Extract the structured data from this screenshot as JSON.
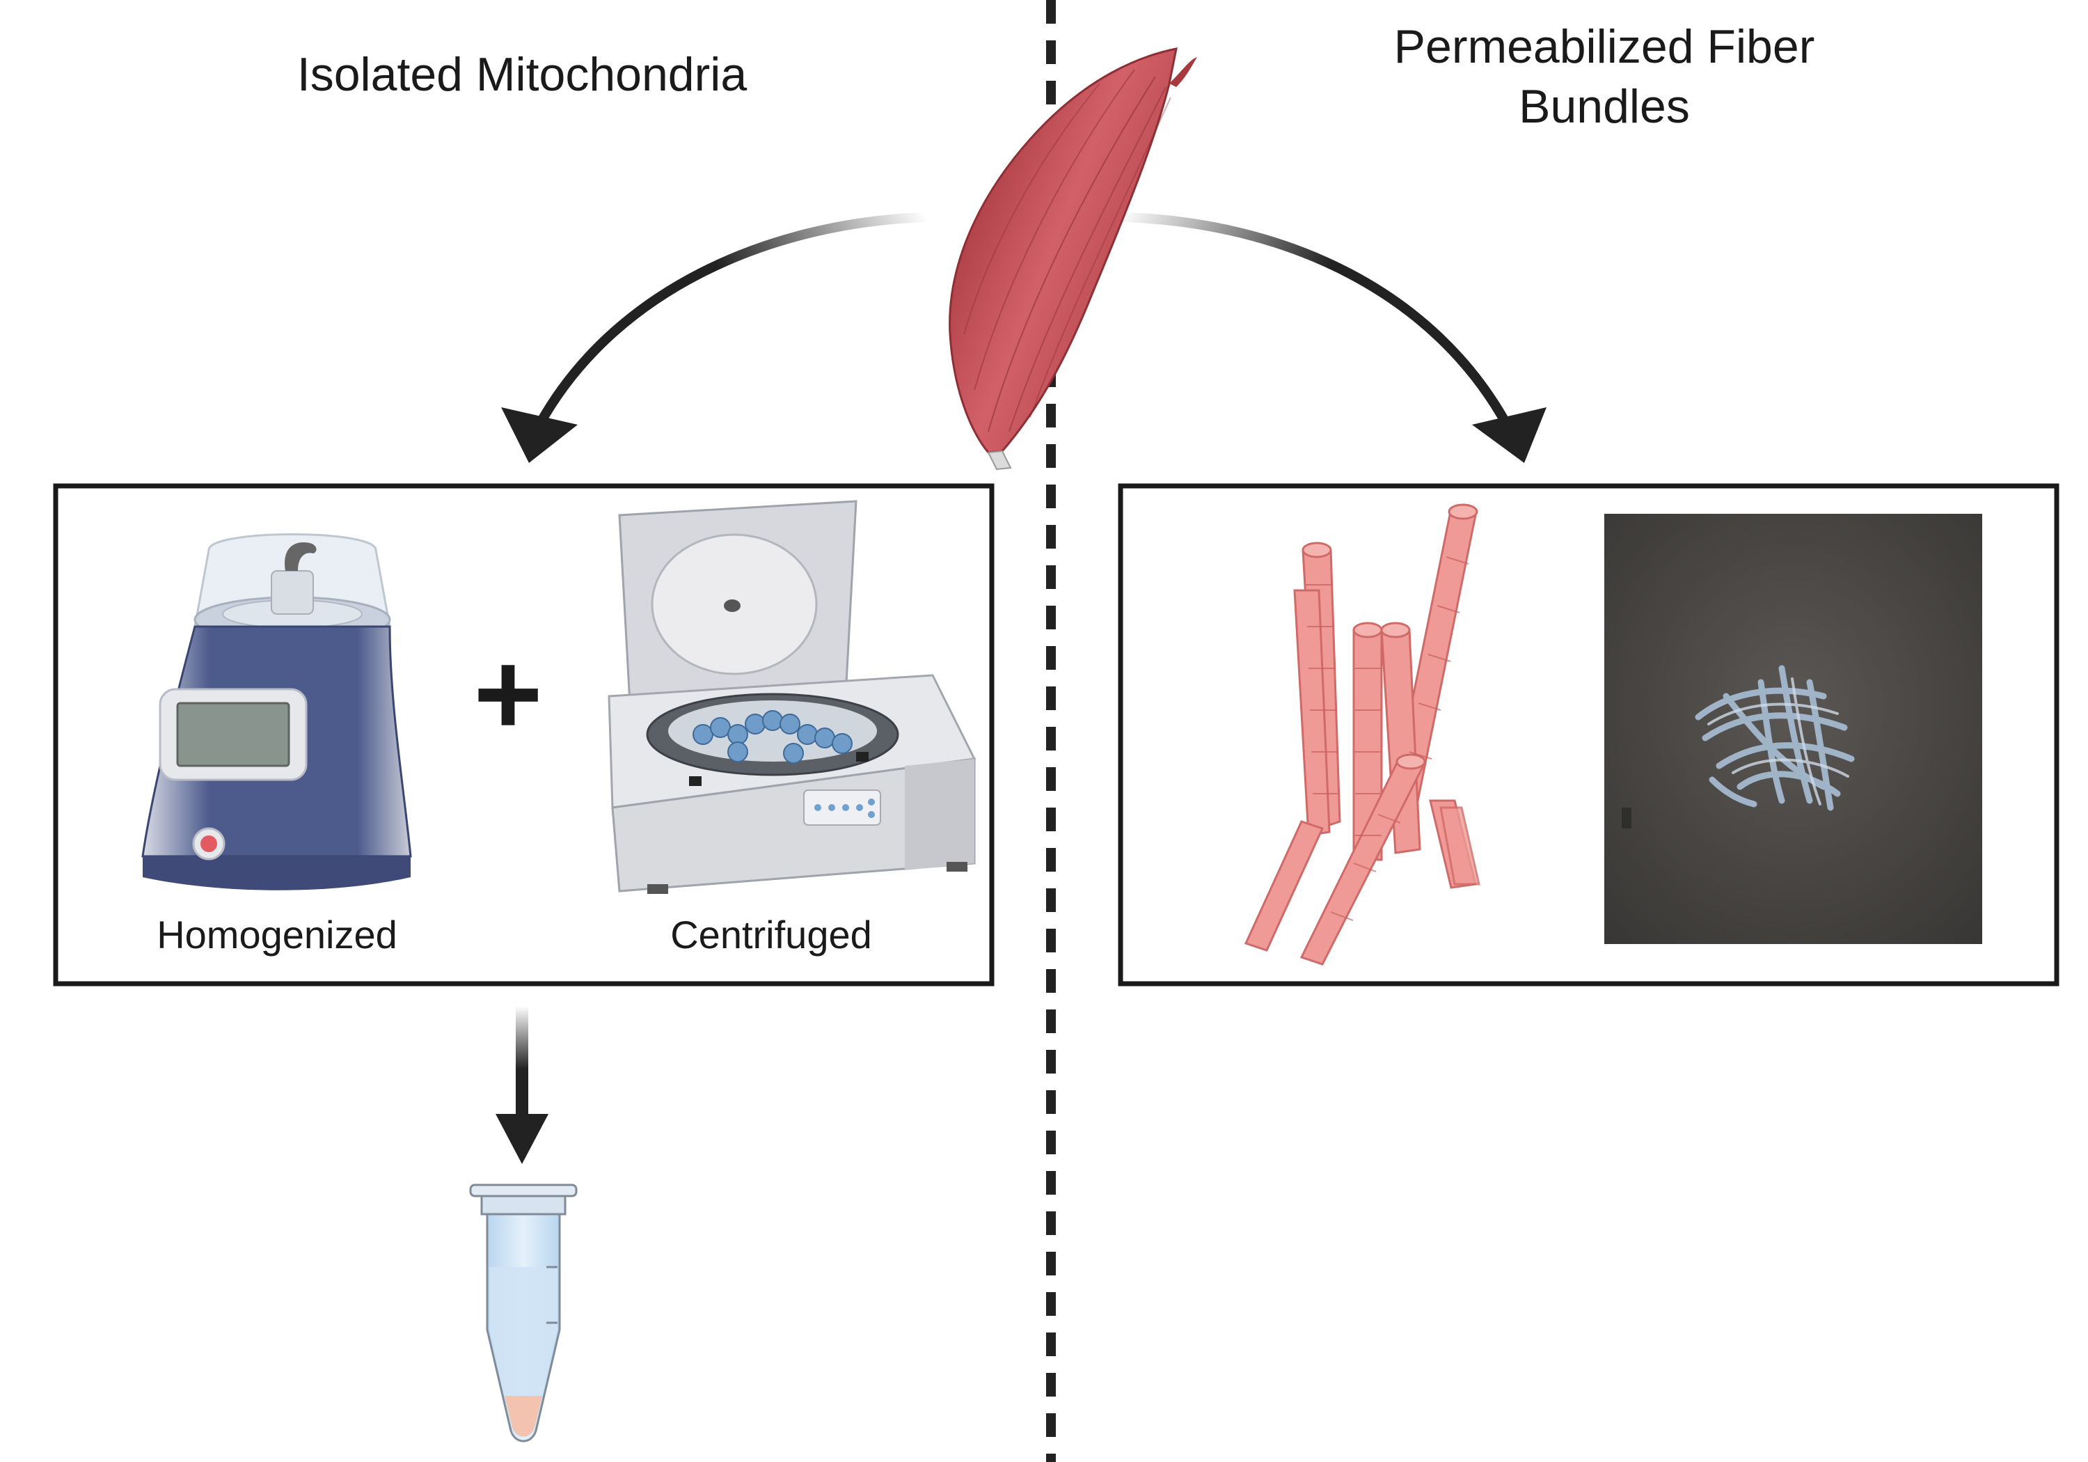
{
  "left": {
    "title": "Isolated Mitochondria",
    "steps": [
      "Homogenized",
      "Centrifuged"
    ],
    "plus": "+"
  },
  "right": {
    "title_lines": [
      "Permeabilized Fiber",
      "Bundles"
    ]
  },
  "colors": {
    "muscle": "#c9545e",
    "fiber": "#ef9a96",
    "homogenizer": "#4c5a8c",
    "centrifuge": "#e4e5e8",
    "tube_liquid": "#cfe3f5",
    "pellet": "#f3c3b0",
    "photo_bg": "#4a4745",
    "photo_fibers": "#a9bfd6"
  },
  "icons": [
    "muscle-icon",
    "homogenizer-icon",
    "centrifuge-icon",
    "muscle-fibers-icon",
    "fiber-bundle-photo",
    "microtube-icon"
  ]
}
